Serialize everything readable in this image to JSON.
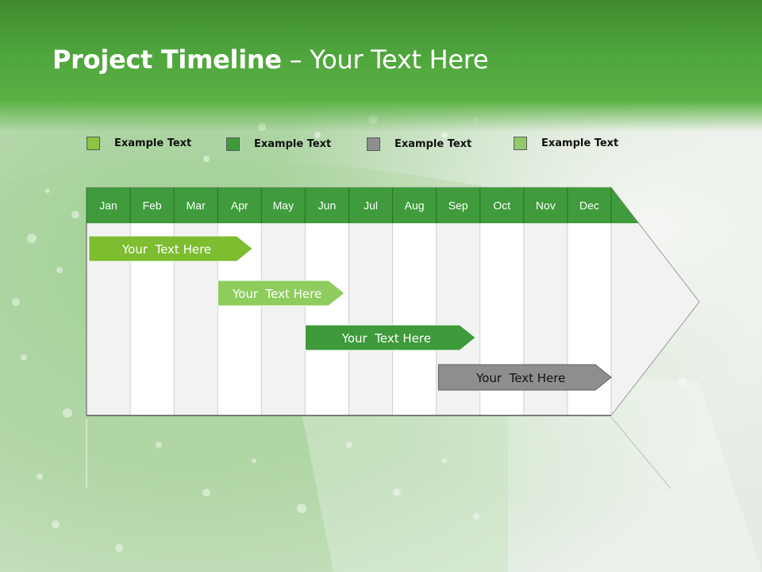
{
  "slide": {
    "title_bold": "Project Timeline",
    "title_rest": " – Your Text Here"
  },
  "legend": [
    {
      "label": "Example Text",
      "color": "#8cc63f"
    },
    {
      "label": "Example Text",
      "color": "#3e9a3a"
    },
    {
      "label": "Example Text",
      "color": "#8e8e8e"
    },
    {
      "label": "Example Text",
      "color": "#92c96a"
    }
  ],
  "timeline": {
    "months": [
      "Jan",
      "Feb",
      "Mar",
      "Apr",
      "May",
      "Jun",
      "Jul",
      "Aug",
      "Sep",
      "Oct",
      "Nov",
      "Dec"
    ],
    "header_color": "#3f9b3c",
    "tasks": [
      {
        "label": "Your  Text Here",
        "start_month": 0.05,
        "end_month": 3.8,
        "color": "#7dbd2f",
        "text_color": "#ffffff"
      },
      {
        "label": "Your  Text Here",
        "start_month": 3.0,
        "end_month": 5.9,
        "color": "#8fcc5e",
        "text_color": "#ffffff"
      },
      {
        "label": "Your  Text Here",
        "start_month": 5.0,
        "end_month": 8.9,
        "color": "#3e9a3a",
        "text_color": "#ffffff"
      },
      {
        "label": "Your  Text Here",
        "start_month": 8.05,
        "end_month": 12.0,
        "color": "#8e8e8e",
        "text_color": "#111111"
      }
    ]
  }
}
